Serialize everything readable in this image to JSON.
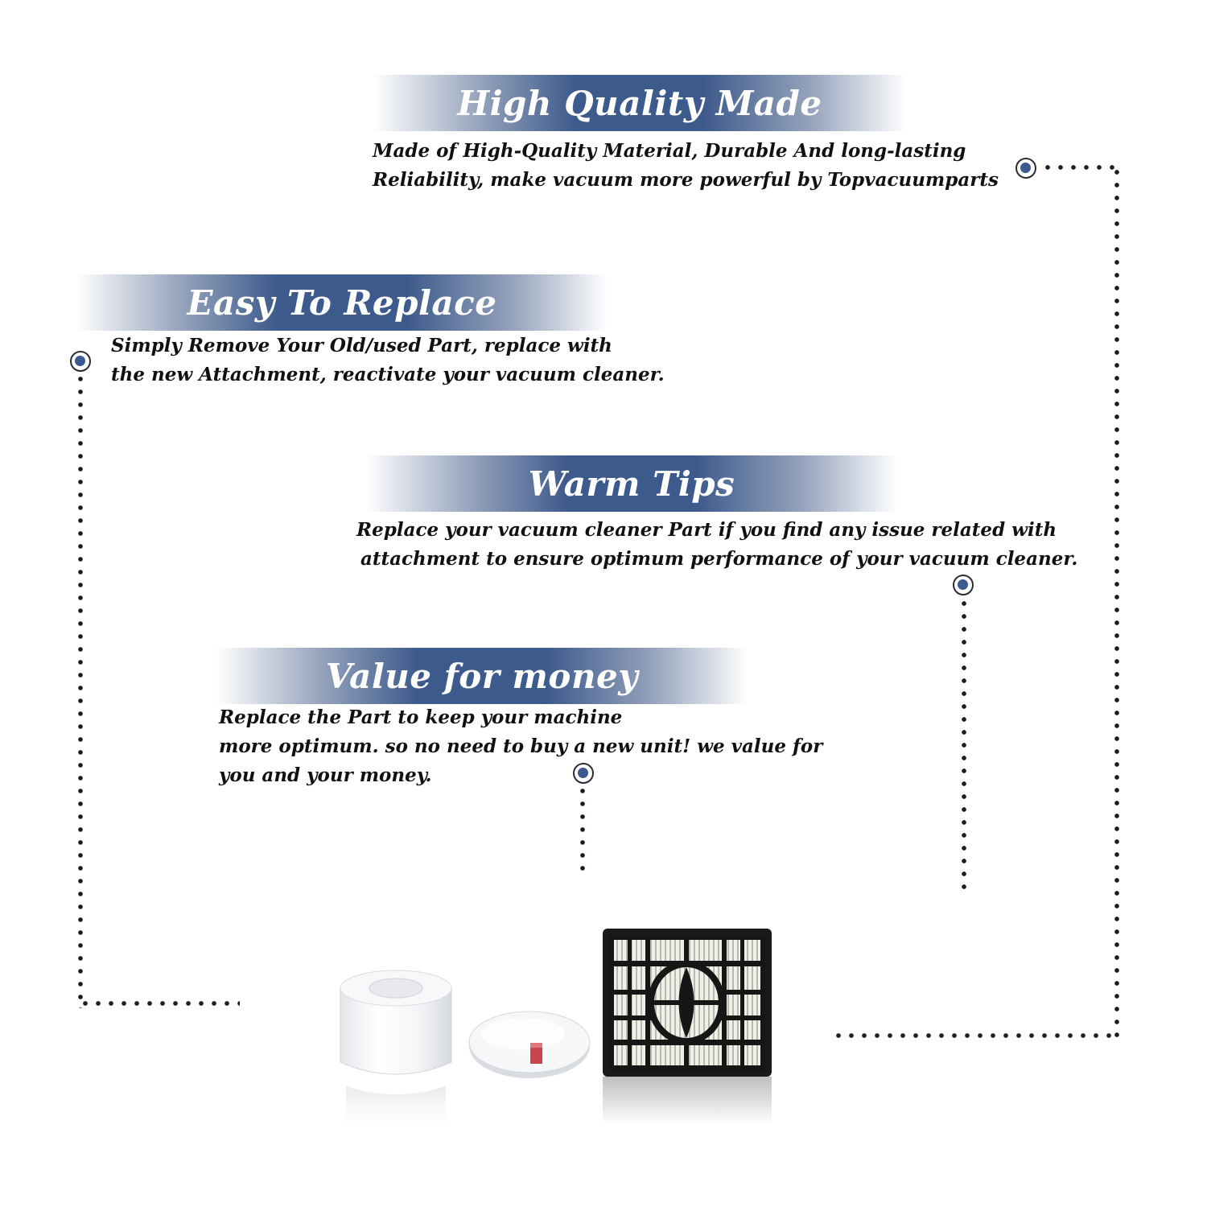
{
  "sections": [
    {
      "title": "High Quality Made",
      "lines": [
        "Made of  High-Quality Material, Durable And long-lasting",
        "Reliability, make vacuum more powerful by Topvacuumparts"
      ]
    },
    {
      "title": "Easy To Replace",
      "lines": [
        "Simply Remove Your Old/used Part, replace with",
        "the new Attachment, reactivate your vacuum cleaner."
      ]
    },
    {
      "title": "Warm Tips",
      "lines": [
        "Replace your vacuum cleaner Part if you find any issue related with",
        "attachment to ensure optimum performance of your vacuum cleaner."
      ]
    },
    {
      "title": "Value for money",
      "lines": [
        "Replace the Part to keep your machine",
        "more optimum. so no need to buy a new unit! we value for",
        "you and your money."
      ]
    }
  ],
  "colors": {
    "banner": "#3d5a8c",
    "marker_fill": "#3b5a90",
    "dots": "#1b1d25",
    "text": "#111111"
  },
  "product_image": {
    "items": [
      "foam-cylinder-filter",
      "felt-disc-filter",
      "hepa-frame-filter"
    ]
  }
}
